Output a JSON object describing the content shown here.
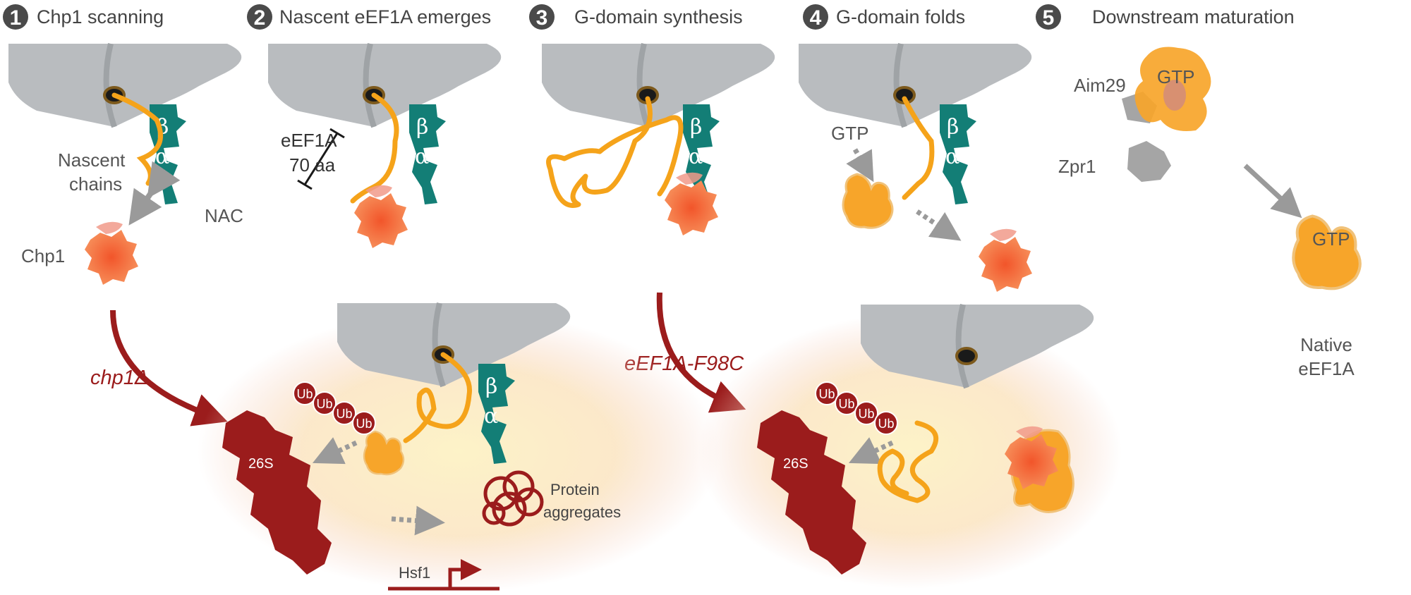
{
  "steps": [
    {
      "num": "1",
      "title": "Chp1 scanning"
    },
    {
      "num": "2",
      "title": "Nascent eEF1A emerges"
    },
    {
      "num": "3",
      "title": "G-domain synthesis"
    },
    {
      "num": "4",
      "title": "G-domain folds"
    },
    {
      "num": "5",
      "title": "Downstream maturation"
    }
  ],
  "labels": {
    "nascent_chains_1": "Nascent",
    "nascent_chains_2": "chains",
    "nac": "NAC",
    "chp1": "Chp1",
    "beta": "β",
    "alpha": "α",
    "eef1a_1": "eEF1A",
    "eef1a_2": "70 aa",
    "gtp": "GTP",
    "aim29": "Aim29",
    "zpr1": "Zpr1",
    "native_1": "Native",
    "native_2": "eEF1A",
    "chp1_delta": "chp1Δ",
    "f98c": "eEF1A-F98C",
    "ub": "Ub",
    "proteasome": "26S",
    "aggregates_1": "Protein",
    "aggregates_2": "aggregates",
    "hsf1": "Hsf1"
  },
  "colors": {
    "ribosome": "#b9bcbf",
    "nac": "#137e76",
    "nascent": "#f5a31a",
    "chp1": "#f05a28",
    "degradation": "#9b1c1c",
    "arrow": "#9a9a9a",
    "step_badge": "#4a4a4a"
  }
}
